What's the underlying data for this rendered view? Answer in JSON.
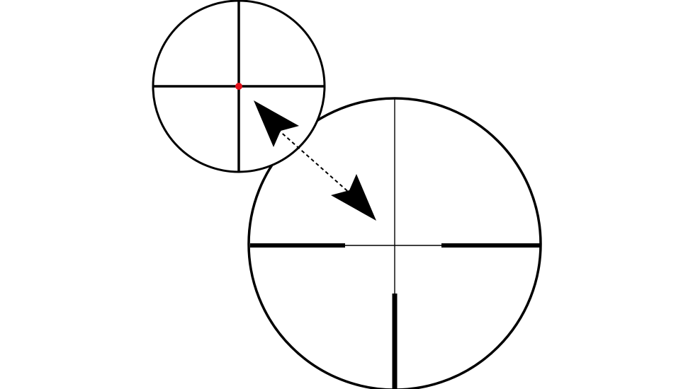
{
  "colors": {
    "background": "#ffffff",
    "stroke": "#000000",
    "center_dot": "#e3101a"
  },
  "diagram": {
    "type": "riflescope-reticle-illustration",
    "magnified_inset": {
      "shape": "circle",
      "crosshair": "thin-duplex-full",
      "center_dot_icon": "illuminated-red-dot"
    },
    "main_reticle": {
      "shape": "circle",
      "crosshair": "german-4-style",
      "thick_posts": [
        "left",
        "right",
        "bottom"
      ],
      "thin_lines": [
        "top",
        "center-cross"
      ]
    },
    "connector": {
      "icon": "double-headed-dashed-arrow",
      "meaning": "zoom-relationship"
    }
  }
}
